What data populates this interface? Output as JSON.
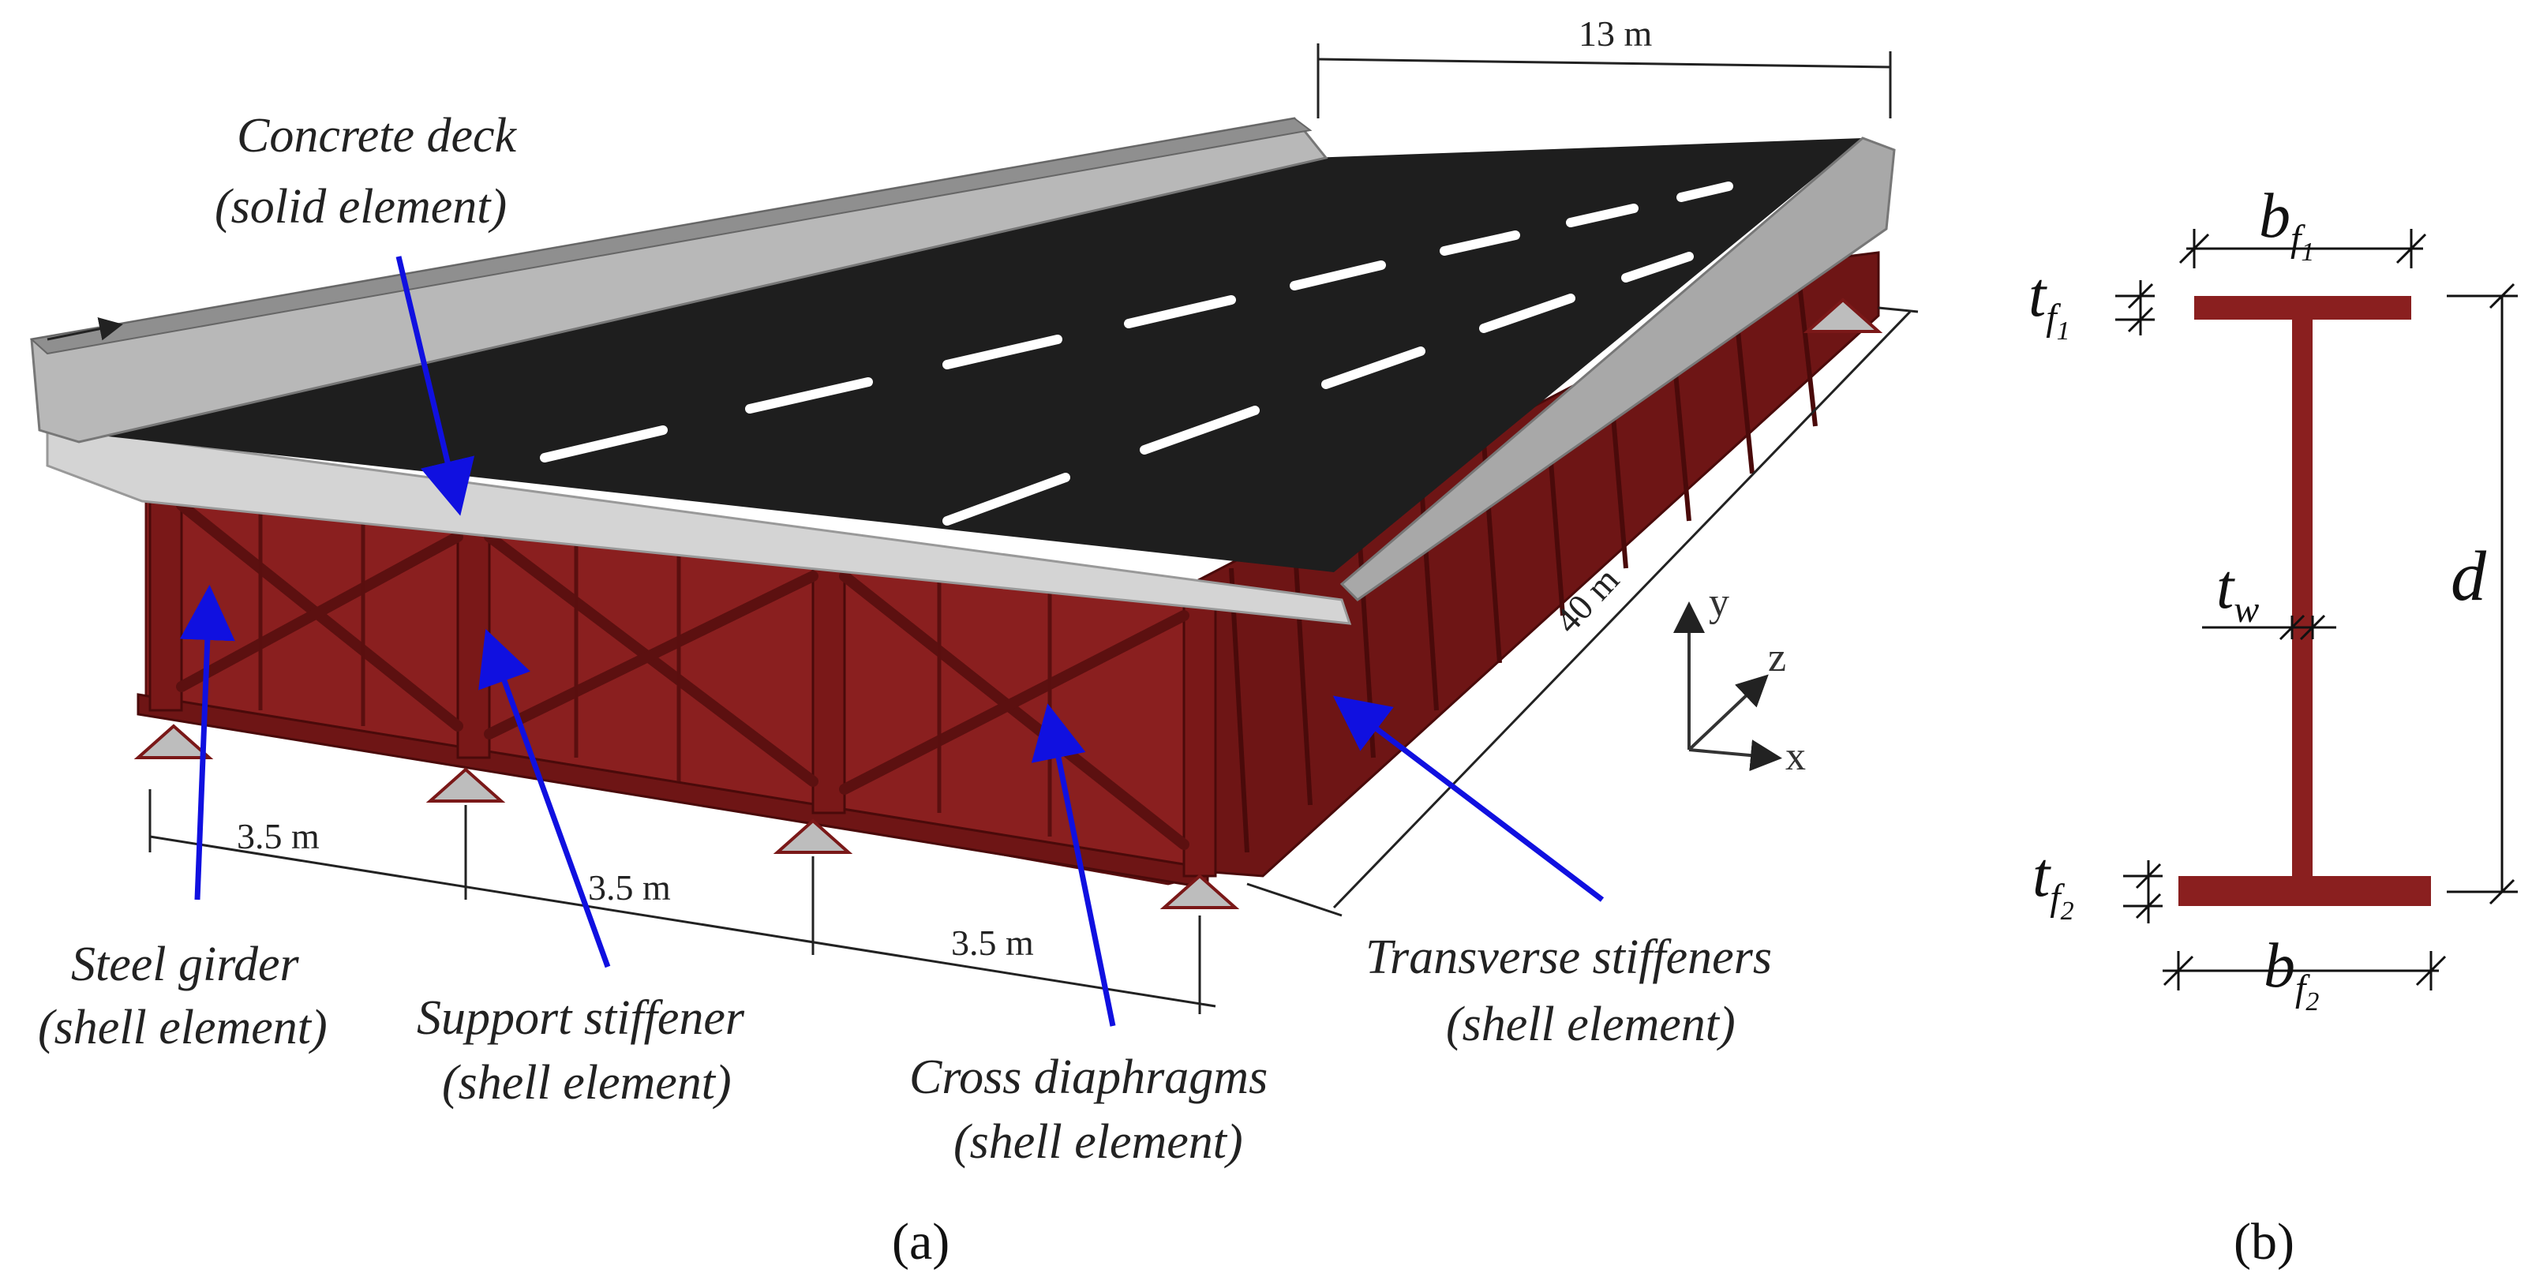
{
  "panel_a": {
    "caption": "(a)",
    "labels": {
      "concrete_deck_line1": "Concrete deck",
      "concrete_deck_line2": "(solid element)",
      "steel_girder_line1": "Steel girder",
      "steel_girder_line2": "(shell element)",
      "support_stiffener_line1": "Support stiffener",
      "support_stiffener_line2": "(shell element)",
      "cross_diaphragms_line1": "Cross diaphragms",
      "cross_diaphragms_line2": "(shell element)",
      "transverse_stiffeners_line1": "Transverse stiffeners",
      "transverse_stiffeners_line2": "(shell element)"
    },
    "dimensions": {
      "width": "13 m",
      "length": "40 m",
      "spacing_1": "3.5 m",
      "spacing_2": "3.5 m",
      "spacing_3": "3.5 m"
    },
    "axes": {
      "y": "y",
      "z": "z",
      "x": "x"
    },
    "colors": {
      "steel": "#8a1f1f",
      "asphalt": "#1e1e1e",
      "concrete": "#c8c8c8",
      "leader_arrow": "#1010e0"
    }
  },
  "panel_b": {
    "caption": "(b)",
    "symbols": {
      "bf1_base": "b",
      "bf1_sub": "f",
      "bf1_subsub": "1",
      "tf1_base": "t",
      "tf1_sub": "f",
      "tf1_subsub": "1",
      "tw_base": "t",
      "tw_sub": "w",
      "d": "d",
      "tf2_base": "t",
      "tf2_sub": "f",
      "tf2_subsub": "2",
      "bf2_base": "b",
      "bf2_sub": "f",
      "bf2_subsub": "2"
    }
  }
}
